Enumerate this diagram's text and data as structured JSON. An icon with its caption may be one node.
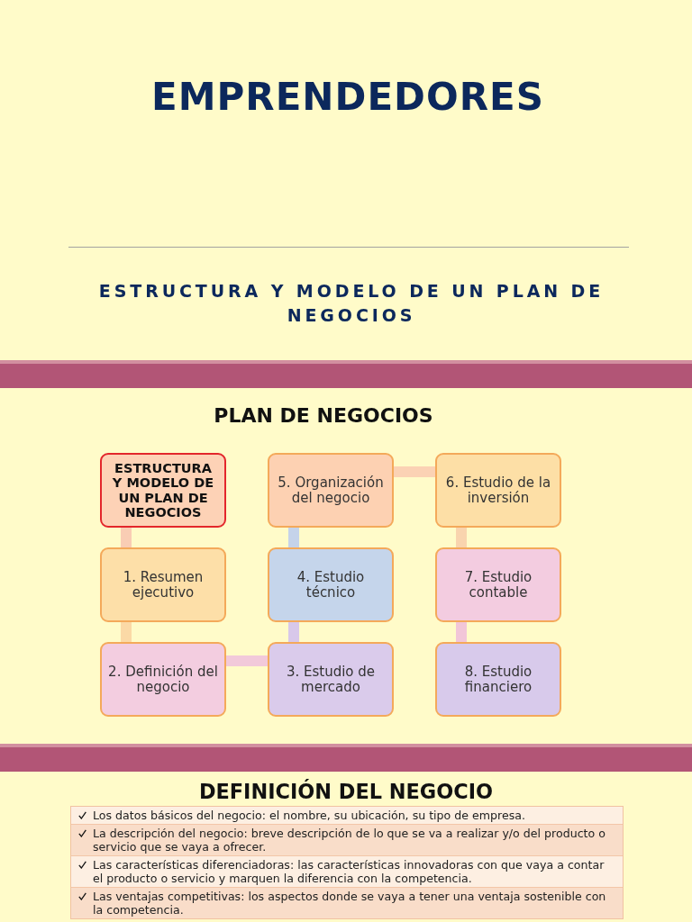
{
  "diagram": {
    "title": "EMPRENDEDORES",
    "nodes": [
      {
        "text": [
          "ESTRUCTURA Y MODELO DE UN PLAN DE NEGOCIOS"
        ]
      },
      {
        "text": [
          "1. Resumen ejecutivo"
        ]
      },
      {
        "text": [
          "2. Definición del negocio"
        ]
      },
      {
        "text": [
          "3. Estudio de mercado"
        ]
      },
      {
        "text": [
          "4. Estudio técnico"
        ]
      },
      {
        "text": [
          "5. Organización del negocio"
        ]
      },
      {
        "text": [
          "6. Estudio de la inversión"
        ]
      },
      {
        "text": [
          "7. Estudio contable"
        ]
      },
      {
        "text": [
          "8. Estudio financiero"
        ]
      }
    ],
    "edges": [
      {
        "from": 0,
        "to": 1,
        "arrow": "none",
        "color": "#f9cdb4"
      },
      {
        "from": 1,
        "to": 2,
        "arrow": "none",
        "color": "#fbd9a6"
      },
      {
        "from": 2,
        "to": 3,
        "arrow": "none",
        "color": "#f2c9da"
      },
      {
        "from": 3,
        "to": 4,
        "arrow": "none",
        "color": "#d8c8ea"
      },
      {
        "from": 4,
        "to": 5,
        "arrow": "none",
        "color": "#c5d3ea"
      },
      {
        "from": 5,
        "to": 6,
        "arrow": "none",
        "color": "#fbd2b4"
      },
      {
        "from": 6,
        "to": 7,
        "arrow": "none",
        "color": "#f9d4ae"
      },
      {
        "from": 7,
        "to": 8,
        "arrow": "none",
        "color": "#f2c6d8"
      }
    ],
    "labels": [
      "ESTRUCTURA Y MODELO DE UN PLAN DE NEGOCIOS",
      "PLAN DE NEGOCIOS",
      "DEFINICIÓN DEL NEGOCIO",
      "Los datos básicos del negocio: el nombre, su ubicación, su tipo de empresa.",
      "La descripción del negocio: breve descripción de lo que se va a realizar y/o del producto o servicio que se vaya a ofrecer.",
      "Las características diferenciadoras: las características innovadoras con que vaya a contar el producto o servicio y marquen la diferencia con la competencia.",
      "Las ventajas competitivas: los aspectos donde se vaya a tener una ventaja sostenible con la competencia."
    ]
  }
}
